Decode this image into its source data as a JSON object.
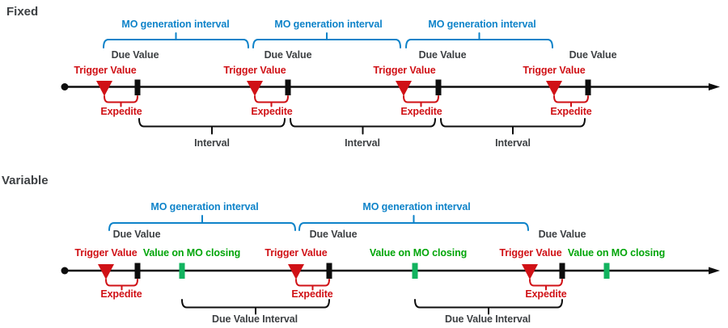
{
  "sections": {
    "fixed": {
      "title": "Fixed"
    },
    "variable": {
      "title": "Variable"
    }
  },
  "labels": {
    "mo_generation_interval": "MO generation interval",
    "due_value": "Due Value",
    "trigger_value": "Trigger Value",
    "expedite": "Expedite",
    "interval": "Interval",
    "value_on_mo_closing": "Value on MO closing",
    "due_value_interval": "Due Value Interval"
  },
  "colors": {
    "blue": "#0e83c9",
    "red": "#d01116",
    "green_text": "#01a509",
    "green_marker": "#12b35f",
    "gray_text": "#3d4043",
    "ink": "#0d0d0d"
  }
}
